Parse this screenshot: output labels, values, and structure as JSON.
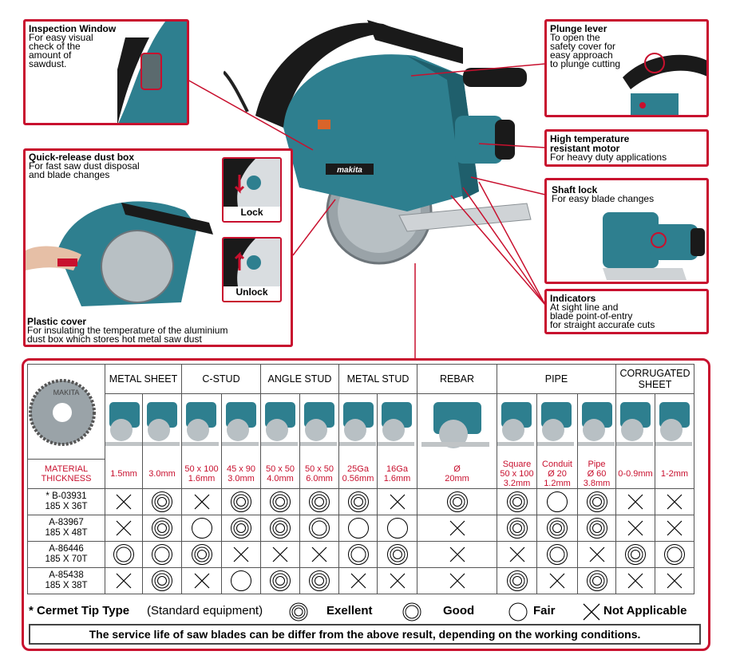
{
  "colors": {
    "accent": "#c8102e",
    "body_teal": "#2e7f8f",
    "black": "#1a1a1a"
  },
  "callouts": {
    "inspection": {
      "title": "Inspection Window",
      "desc": "For easy visual\ncheck of the\namount of\nsawdust."
    },
    "plunge": {
      "title": "Plunge lever",
      "desc": "To open the\nsafety cover for\neasy approach\nto plunge cutting"
    },
    "motor": {
      "title": "High temperature\nresistant motor",
      "desc": "For heavy duty applications"
    },
    "shaft": {
      "title": "Shaft lock",
      "desc": "For easy blade changes"
    },
    "indicators": {
      "title": "Indicators",
      "desc": "At sight line and\nblade point-of-entry\nfor straight accurate cuts"
    },
    "dustbox": {
      "title": "Quick-release dust box",
      "desc": "For fast saw dust disposal\nand blade changes"
    },
    "plastic": {
      "title": "Plastic cover",
      "desc": "For insulating the temperature of the aluminium\ndust box which stores hot metal saw dust"
    },
    "lock": "Lock",
    "unlock": "Unlock",
    "brand": "makita"
  },
  "table": {
    "blade_label": "MAKITA",
    "material_label": "MATERIAL\nTHICKNESS",
    "categories": [
      "METAL SHEET",
      "C-STUD",
      "ANGLE STUD",
      "METAL STUD",
      "REBAR",
      "PIPE",
      "CORRUGATED\nSHEET"
    ],
    "thickness": [
      "1.5mm",
      "3.0mm",
      "50 x 100\n1.6mm",
      "45 x 90\n3.0mm",
      "50 x 50\n4.0mm",
      "50 x 50\n6.0mm",
      "25Ga\n0.56mm",
      "16Ga\n1.6mm",
      "Ø\n20mm",
      "Square\n50 x 100\n3.2mm",
      "Conduit\nØ 20\n1.2mm",
      "Pipe\nØ 60\n3.8mm",
      "0-0.9mm",
      "1-2mm"
    ],
    "rows": [
      {
        "name": "* B-03931\n185 X 36T",
        "ratings": [
          "x",
          "e",
          "x",
          "e",
          "e",
          "e",
          "e",
          "x",
          "e",
          "e",
          "f",
          "e",
          "x",
          "x"
        ]
      },
      {
        "name": "A-83967\n185 X 48T",
        "ratings": [
          "x",
          "e",
          "f",
          "e",
          "e",
          "g",
          "f",
          "f",
          "x",
          "e",
          "e",
          "e",
          "x",
          "x"
        ]
      },
      {
        "name": "A-86446\n185 X 70T",
        "ratings": [
          "g",
          "g",
          "e",
          "x",
          "x",
          "x",
          "g",
          "e",
          "x",
          "x",
          "g",
          "x",
          "e",
          "g"
        ]
      },
      {
        "name": "A-85438\n185 X 38T",
        "ratings": [
          "x",
          "e",
          "x",
          "f",
          "e",
          "e",
          "x",
          "x",
          "x",
          "e",
          "x",
          "e",
          "x",
          "x"
        ]
      }
    ]
  },
  "legend": {
    "cermet": "* Cermet Tip Type",
    "standard": "(Standard equipment)",
    "excellent": "Exellent",
    "good": "Good",
    "fair": "Fair",
    "na": "Not Applicable"
  },
  "note": "The service life of saw blades can be differ from the above result, depending on the working conditions."
}
